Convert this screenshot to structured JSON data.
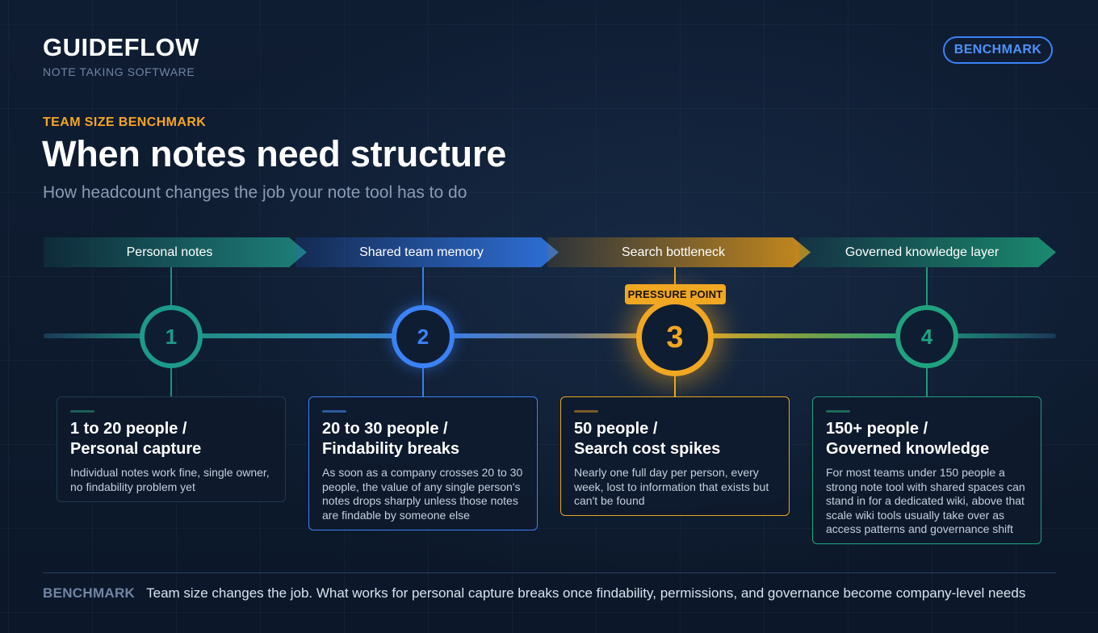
{
  "brand": {
    "name": "GUIDEFLOW",
    "tagline": "NOTE TAKING SOFTWARE"
  },
  "badge": "BENCHMARK",
  "header": {
    "eyebrow": "TEAM SIZE BENCHMARK",
    "title": "When notes need structure",
    "subtitle": "How headcount changes the job your note tool has to do"
  },
  "phases": [
    {
      "label": "Personal notes",
      "color": "#1d9a8c"
    },
    {
      "label": "Shared team memory",
      "color": "#3b82f6"
    },
    {
      "label": "Search bottleneck",
      "color": "#f0a722"
    },
    {
      "label": "Governed knowledge layer",
      "color": "#1fa37f"
    }
  ],
  "nodes": [
    "1",
    "2",
    "3",
    "4"
  ],
  "highlight": {
    "label": "PRESSURE POINT",
    "stage": 3
  },
  "cards": [
    {
      "title": "1 to 20 people /\nPersonal capture",
      "body": "Individual notes work fine, single owner,\nno findability problem yet"
    },
    {
      "title": "20 to 30 people /\nFindability breaks",
      "body": "As soon as a company crosses 20 to 30\npeople, the value of any single person's\nnotes drops sharply unless those notes\nare findable by someone else"
    },
    {
      "title": "50 people /\nSearch cost spikes",
      "body": "Nearly one full day per person, every\nweek, lost to information that exists but\ncan't be found"
    },
    {
      "title": "150+ people /\nGoverned knowledge",
      "body": "For most teams under 150 people a\nstrong note tool with shared spaces can\nstand in for a dedicated wiki, above that\nscale wiki tools usually take over as\naccess patterns and governance shift"
    }
  ],
  "footer": {
    "label": "BENCHMARK",
    "text": "Team size changes the job. What works for personal capture breaks once findability, permissions, and governance become company-level needs"
  }
}
